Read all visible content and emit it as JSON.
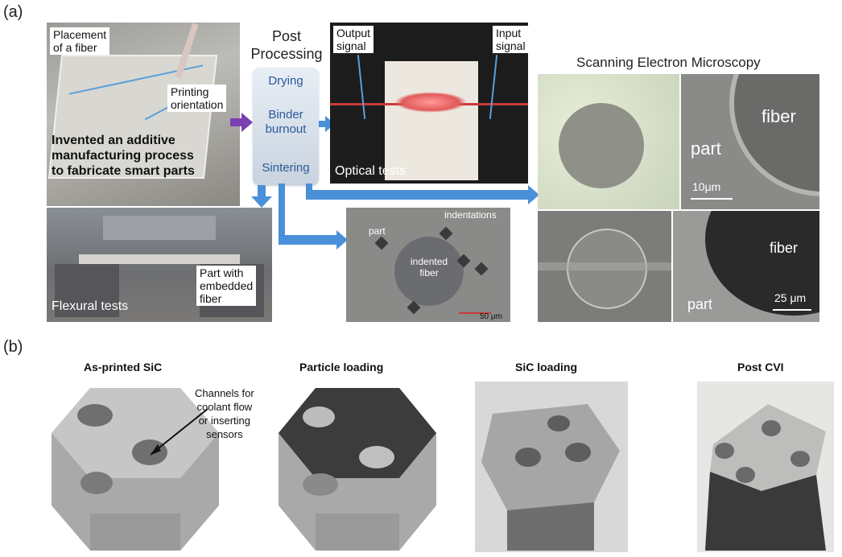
{
  "panel_a": {
    "tag": "(a)",
    "placement_label": "Placement\nof a fiber",
    "printing_label": "Printing\norientation",
    "invented_text": "Invented an additive\nmanufacturing process\nto fabricate smart parts",
    "post_title": "Post\nProcessing",
    "steps": [
      "Drying",
      "Binder\nburnout",
      "Sintering"
    ],
    "output_signal": "Output\nsignal",
    "input_signal": "Input\nsignal",
    "optical_tests": "Optical tests",
    "sem_title": "Scanning Electron Microscopy",
    "sem_fiber_1": "fiber",
    "sem_part_1": "part",
    "sem_scale_1": "10μm",
    "sem_fiber_2": "fiber",
    "sem_part_2": "part",
    "sem_scale_2": "25 μm",
    "flexural_tests": "Flexural tests",
    "part_with_fiber": "Part with\nembedded\nfiber",
    "indent_part": "part",
    "indentations": "indentations",
    "indented_fiber": "indented\nfiber",
    "indent_scale": "50 μm"
  },
  "panel_b": {
    "tag": "(b)",
    "titles": [
      "As-printed SiC",
      "Particle loading",
      "SiC loading",
      "Post CVI"
    ],
    "channels_note": "Channels for\ncoolant flow\nor inserting\nsensors"
  },
  "colors": {
    "arrow_blue": "#4a90d9",
    "arrow_purple": "#7a3fb0",
    "step_text": "#2a5a9a"
  }
}
